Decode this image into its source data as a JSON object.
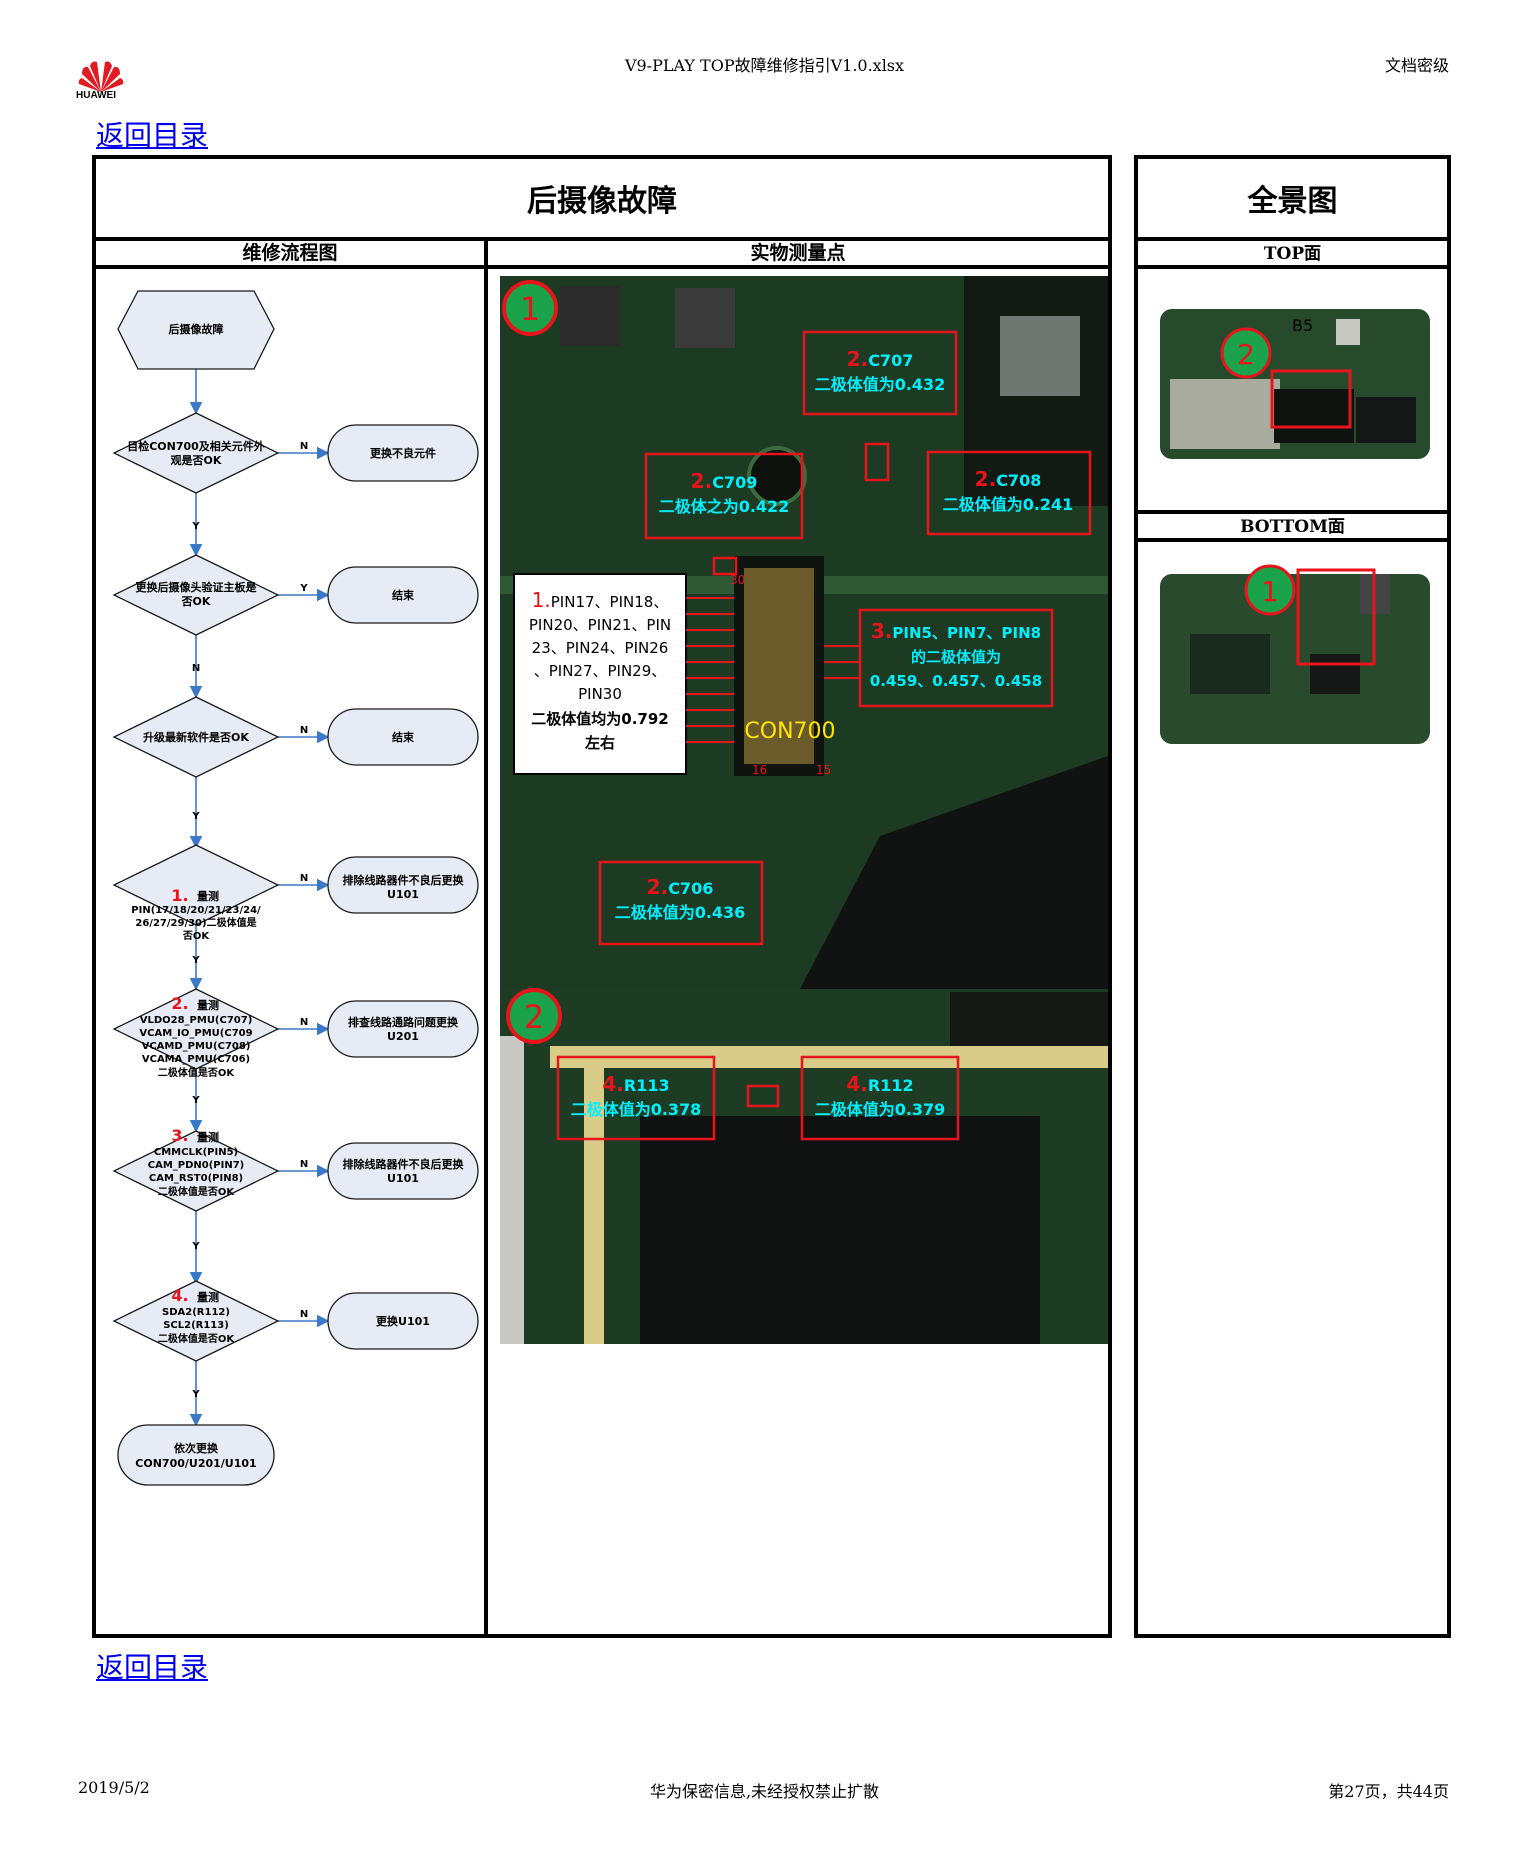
{
  "header": {
    "logo_text": "HUAWEI",
    "file_title": "V9-PLAY TOP故障维修指引V1.0.xlsx",
    "security": "文档密级"
  },
  "nav": {
    "back_label": "返回目录"
  },
  "main": {
    "title": "后摄像故障",
    "col_flow": "维修流程图",
    "col_points": "实物测量点"
  },
  "side": {
    "title": "全景图",
    "top_label": "TOP面",
    "bottom_label": "BOTTOM面"
  },
  "flowchart": {
    "start": "后摄像故障",
    "d1": [
      "目检CON700及相关元件外",
      "观是否OK"
    ],
    "a1": "更换不良元件",
    "d2": [
      "更换后摄像头验证主板是",
      "否OK"
    ],
    "a2": "结束",
    "d3": "升级最新软件是否OK",
    "a3": "结束",
    "d4_num": "1.",
    "d4": [
      "量测",
      "PIN(17/18/20/21/23/24/",
      "26/27/29/30)二极体值是",
      "否OK"
    ],
    "a4": [
      "排除线路器件不良后更换",
      "U101"
    ],
    "d5_num": "2.",
    "d5": [
      "量测",
      "VLDO28_PMU(C707)",
      "VCAM_IO_PMU(C709",
      "VCAMD_PMU(C708)",
      "VCAMA_PMU(C706)",
      "二极体值是否OK"
    ],
    "a5": [
      "排查线路通路问题更换",
      "U201"
    ],
    "d6_num": "3.",
    "d6": [
      "量测",
      "CMMCLK(PIN5)",
      "CAM_PDN0(PIN7)",
      "CAM_RST0(PIN8)",
      "二极体值是否OK"
    ],
    "a6": [
      "排除线路器件不良后更换",
      "U101"
    ],
    "d7_num": "4.",
    "d7": [
      "量测",
      "SDA2(R112)",
      "SCL2(R113)",
      "二极体值是否OK"
    ],
    "a7": "更换U101",
    "end": [
      "依次更换",
      "CON700/U201/U101"
    ],
    "yes": "Y",
    "no": "N"
  },
  "board": {
    "marker1": "1",
    "marker2": "2",
    "c707": {
      "num": "2.",
      "ref": "C707",
      "val": "二极体值为0.432"
    },
    "c709": {
      "num": "2.",
      "ref": "C709",
      "val": "二极体之为0.422"
    },
    "c708": {
      "num": "2.",
      "ref": "C708",
      "val": "二极体值为0.241"
    },
    "c706": {
      "num": "2.",
      "ref": "C706",
      "val": "二极体值为0.436"
    },
    "pins_main": {
      "num": "1.",
      "lines": [
        "PIN17、PIN18、",
        "PIN20、PIN21、PIN",
        "23、PIN24、PIN26",
        "、PIN27、PIN29、",
        "PIN30",
        "二极体值均为0.792",
        "左右"
      ]
    },
    "pins_side": {
      "num": "3.",
      "lines": [
        "PIN5、PIN7、PIN8",
        "的二极体值为",
        "0.459、0.457、0.458"
      ]
    },
    "con_label": "CON700",
    "pin_30": "30",
    "pin_16": "16",
    "pin_15": "15",
    "r113": {
      "num": "4.",
      "ref": "R113",
      "val": "二极体值为0.378"
    },
    "r112": {
      "num": "4.",
      "ref": "R112",
      "val": "二极体值为0.379"
    }
  },
  "thumbs": {
    "top_marker": "2",
    "bottom_marker": "1",
    "top_silk": "B5"
  },
  "footer": {
    "date": "2019/5/2",
    "notice": "华为保密信息,未经授权禁止扩散",
    "page": "第27页，共44页"
  },
  "colors": {
    "accent_red": "#e8141c",
    "cyan_text": "#00f0ff",
    "pcb_green": "#1d3a22",
    "marker_green": "#1aa34a",
    "flow_fill": "#e6ebf5",
    "flow_arrow": "#3a78c8",
    "link_blue": "#0000ee"
  }
}
